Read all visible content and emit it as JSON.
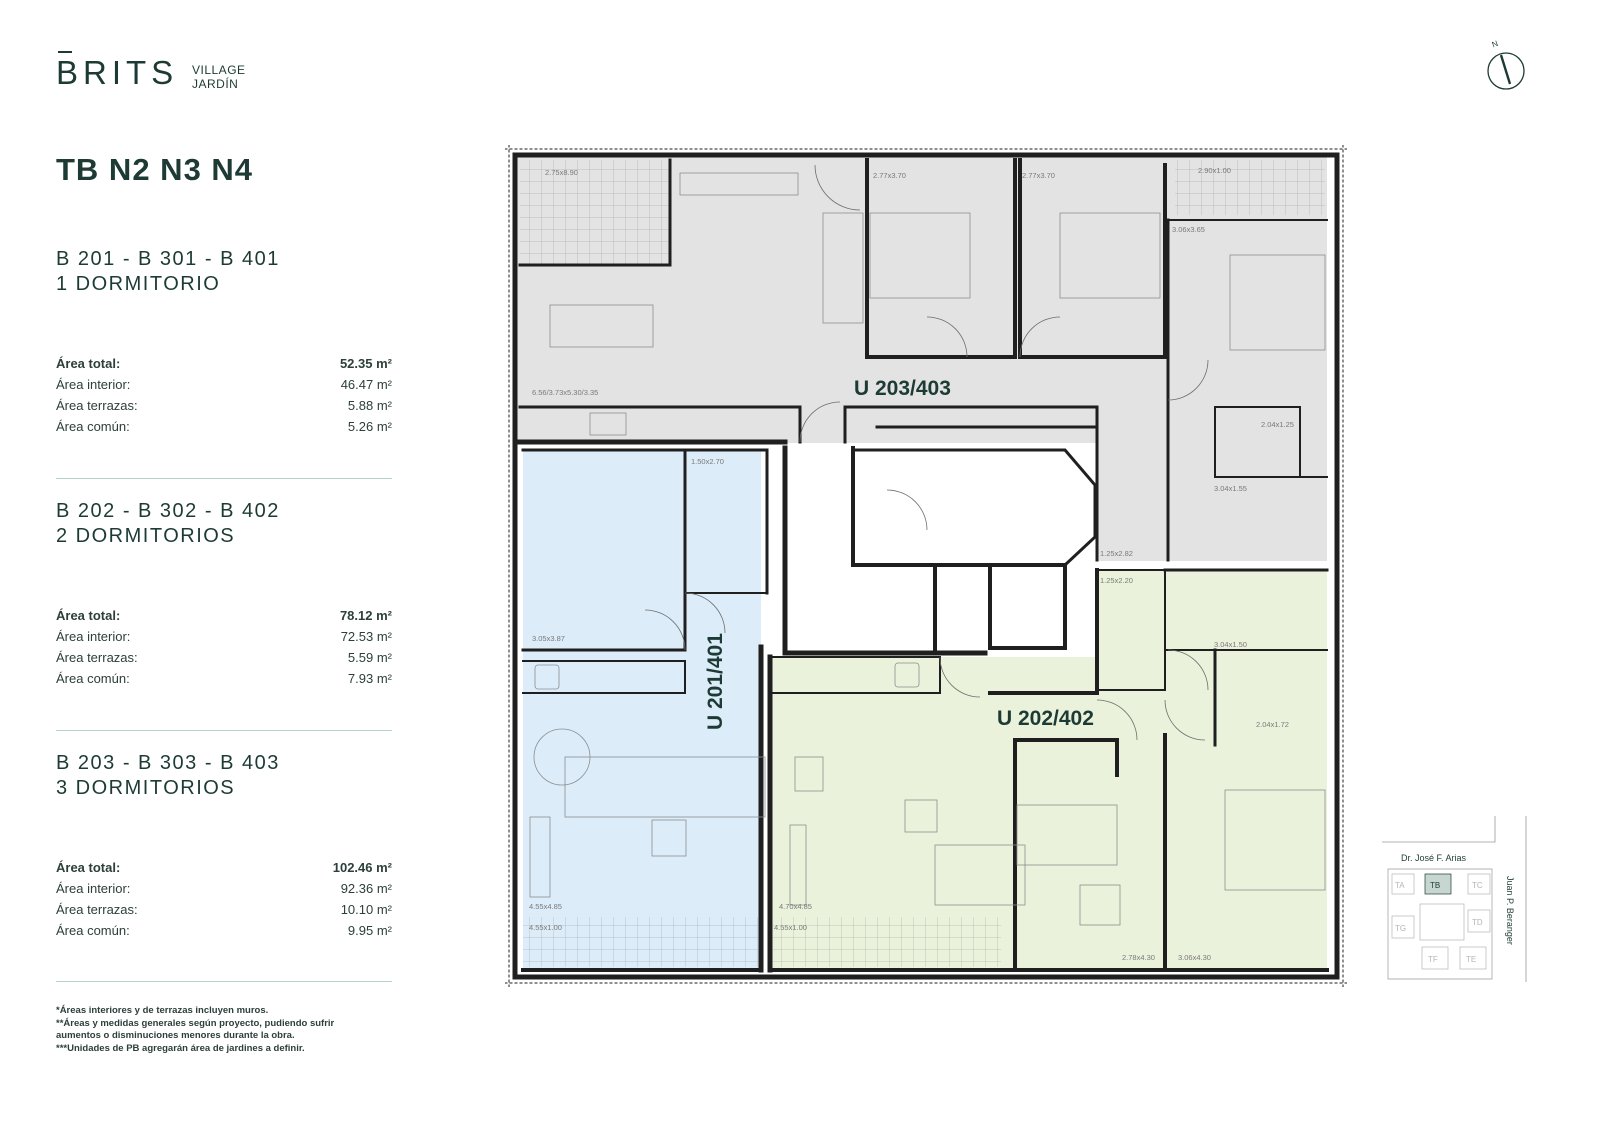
{
  "brand": {
    "name": "BRITS",
    "sub_line1": "VILLAGE",
    "sub_line2": "JARDÍN"
  },
  "compass": {
    "label": "N"
  },
  "page_title": "TB N2 N3 N4",
  "units": [
    {
      "codes": "B 201 - B 301 - B 401",
      "type": "1 DORMITORIO",
      "areas": [
        {
          "label": "Área total:",
          "value": "52.35 m²"
        },
        {
          "label": "Área interior:",
          "value": "46.47 m²"
        },
        {
          "label": "Área terrazas:",
          "value": "5.88 m²"
        },
        {
          "label": "Área común:",
          "value": "5.26 m²"
        }
      ]
    },
    {
      "codes": "B 202 - B 302 - B 402",
      "type": "2 DORMITORIOS",
      "areas": [
        {
          "label": "Área total:",
          "value": "78.12 m²"
        },
        {
          "label": "Área interior:",
          "value": "72.53 m²"
        },
        {
          "label": "Área terrazas:",
          "value": "5.59 m²"
        },
        {
          "label": "Área común:",
          "value": "7.93 m²"
        }
      ]
    },
    {
      "codes": "B 203 - B 303 - B 403",
      "type": "3 DORMITORIOS",
      "areas": [
        {
          "label": "Área total:",
          "value": "102.46 m²"
        },
        {
          "label": "Área interior:",
          "value": "92.36 m²"
        },
        {
          "label": "Área terrazas:",
          "value": "10.10 m²"
        },
        {
          "label": "Área común:",
          "value": "9.95 m²"
        }
      ]
    }
  ],
  "notes": [
    "*Áreas interiores y de terrazas incluyen muros.",
    "**Áreas y medidas generales según proyecto, pudiendo sufrir",
    "aumentos o disminuciones menores durante la obra.",
    "***Unidades de PB agregarán área de jardines a definir."
  ],
  "plan": {
    "unit_labels": {
      "u203": "U 203/403",
      "u201": "U 201/401",
      "u202": "U 202/402"
    },
    "dimensions": {
      "d1": "2.75x8.90",
      "d2": "2.77x3.70",
      "d3": "2.77x3.70",
      "d4": "2.90x1.00",
      "d5": "3.06x3.65",
      "d6": "6.56/3.73x5.30/3.35",
      "d7": "2.04x1.25",
      "d8": "3.04x1.55",
      "d9": "1.50x2.70",
      "d10": "1.25x2.82",
      "d11": "1.25x2.20",
      "d12": "3.05x3.87",
      "d13": "3.04x1.50",
      "d14": "2.04x1.72",
      "d15": "4.55x4.85",
      "d16": "4.70x4.85",
      "d17": "4.55x1.00",
      "d18": "4.55x1.00",
      "d19": "2.78x4.30",
      "d20": "3.06x4.30"
    },
    "colors": {
      "unit_203": "#e3e3e3",
      "unit_201": "#dcecf9",
      "unit_202": "#ebf2dc",
      "wall": "#1f1f1f"
    }
  },
  "keymap": {
    "street_top": "Dr. José F. Arias",
    "street_right": "Juan P. Beranger",
    "blocks": {
      "ta": "TA",
      "tb": "TB",
      "tc": "TC",
      "tg": "TG",
      "td": "TD",
      "tf": "TF",
      "te": "TE"
    }
  }
}
